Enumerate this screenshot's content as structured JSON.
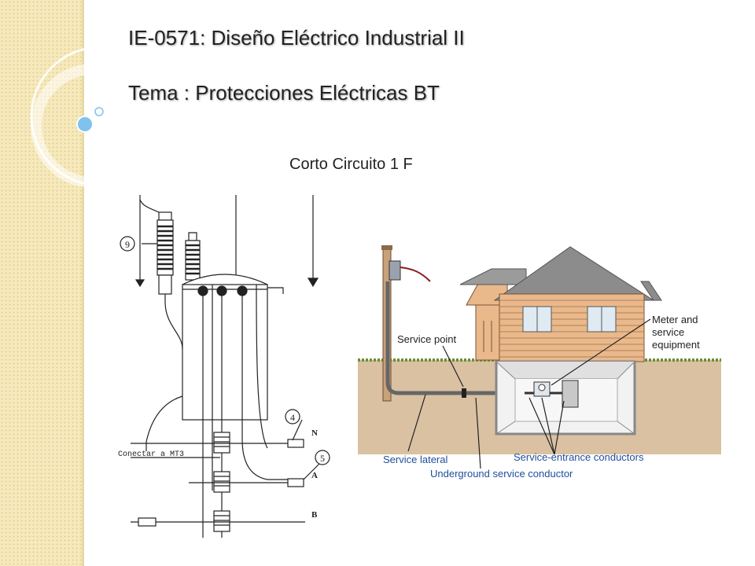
{
  "slide": {
    "title_line1": "IE-0571: Diseño Eléctrico Industrial II",
    "title_line2": "Tema : Protecciones Eléctricas BT",
    "subtitle": "Corto Circuito 1 F"
  },
  "transformer_diagram": {
    "callout_9": "9",
    "callout_4": "4",
    "callout_5": "5",
    "label_conectar": "Conectar a MT3",
    "label_N": "N",
    "label_A": "A",
    "label_B": "B"
  },
  "house_diagram": {
    "service_point": "Service point",
    "meter_line1": "Meter and",
    "meter_line2": "service",
    "meter_line3": "equipment",
    "service_lateral": "Service lateral",
    "service_entrance": "Service-entrance conductors",
    "underground": "Underground service conductor"
  },
  "colors": {
    "label_blue": "#1f4e9a",
    "title_text": "#222222",
    "side_strip": "#f6e9bd",
    "siding": "#e9b98c",
    "ground": "#d9c1a2"
  }
}
